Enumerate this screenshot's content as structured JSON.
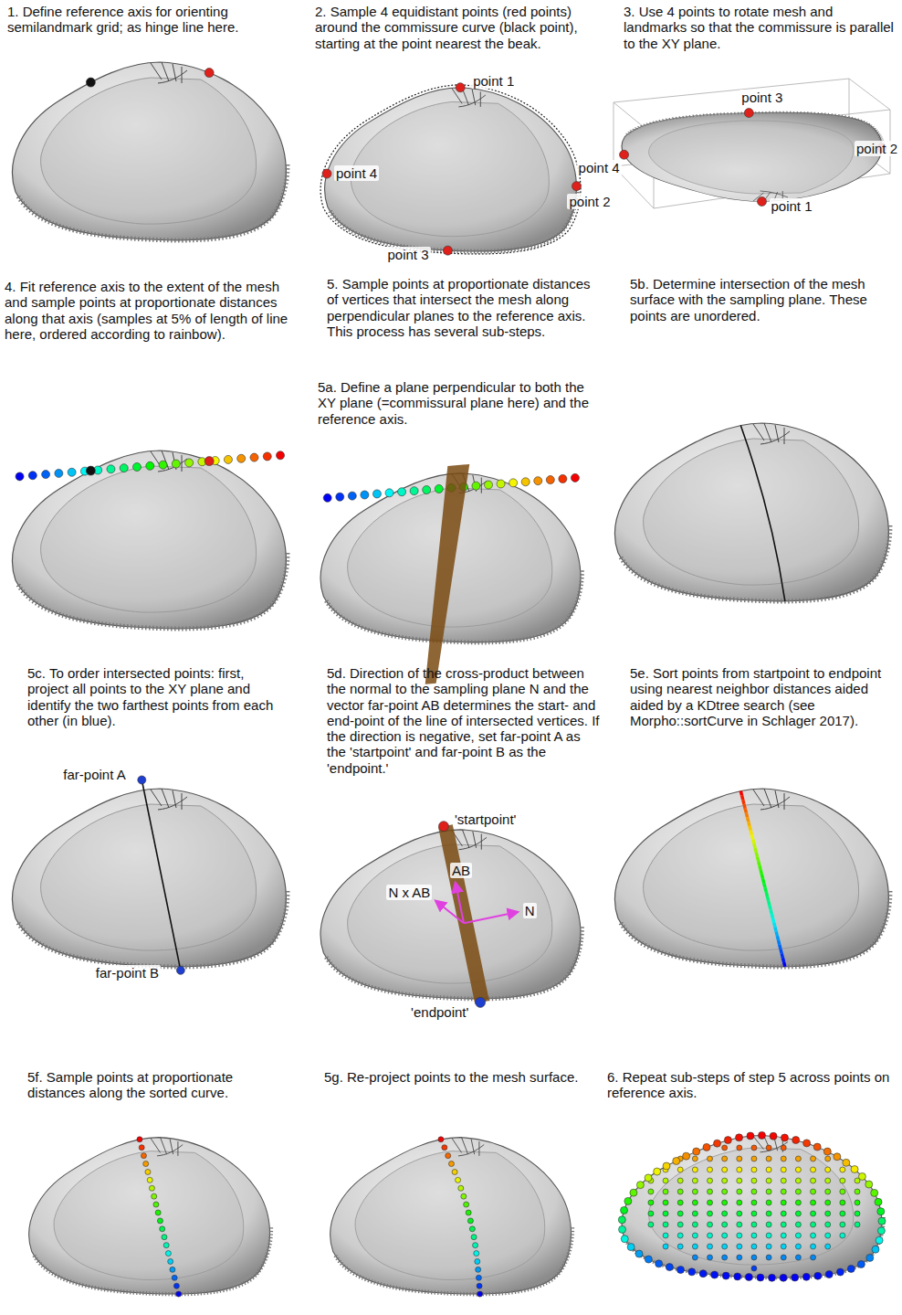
{
  "diagram": {
    "labels": [
      "1. Define reference axis for orienting semilandmark grid; as hinge line here.",
      "2. Sample 4 equidistant points (red points) around the commissure curve (black point), starting at the point nearest the beak.",
      "point 1",
      "point 4",
      "point 2",
      "point 3",
      "3. Use 4 points to rotate mesh and landmarks so that the commissure is parallel to the XY plane.",
      "point 3",
      "point 2",
      "point 4",
      "point 1",
      "4. Fit reference axis to the extent of the mesh and sample points at proportionate distances along that axis (samples at 5% of length of line here, ordered according to rainbow).",
      "5. Sample points at proportionate distances of vertices that intersect the mesh along perpendicular planes to the reference axis. This process has several sub-steps.",
      "5a. Define a plane perpendicular to both the XY plane (=commissural plane here) and the reference axis.",
      "5b. Determine intersection of the mesh surface with the sampling plane. These points are unordered.",
      "5c. To order intersected points: first, project all points to the XY plane and identify the two farthest points from each other (in blue).",
      "far-point A",
      "far-point B",
      "5d. Direction of the cross-product between the normal to the sampling plane N and the vector far-point AB determines the start- and end-point of the line of intersected vertices. If the direction is negative, set far-point A as the 'startpoint' and far-point B as the 'endpoint.'",
      "'startpoint'",
      "AB",
      "N x AB",
      "N",
      "'endpoint'",
      "5e. Sort points from startpoint to endpoint using nearest neighbor distances aided aided by a KDtree search (see Morpho::sortCurve in Schlager 2017).",
      "5f. Sample points at proportionate distances along the sorted curve.",
      "5g. Re-project points to the mesh surface.",
      "6. Repeat sub-steps of step 5 across points on reference axis."
    ]
  }
}
